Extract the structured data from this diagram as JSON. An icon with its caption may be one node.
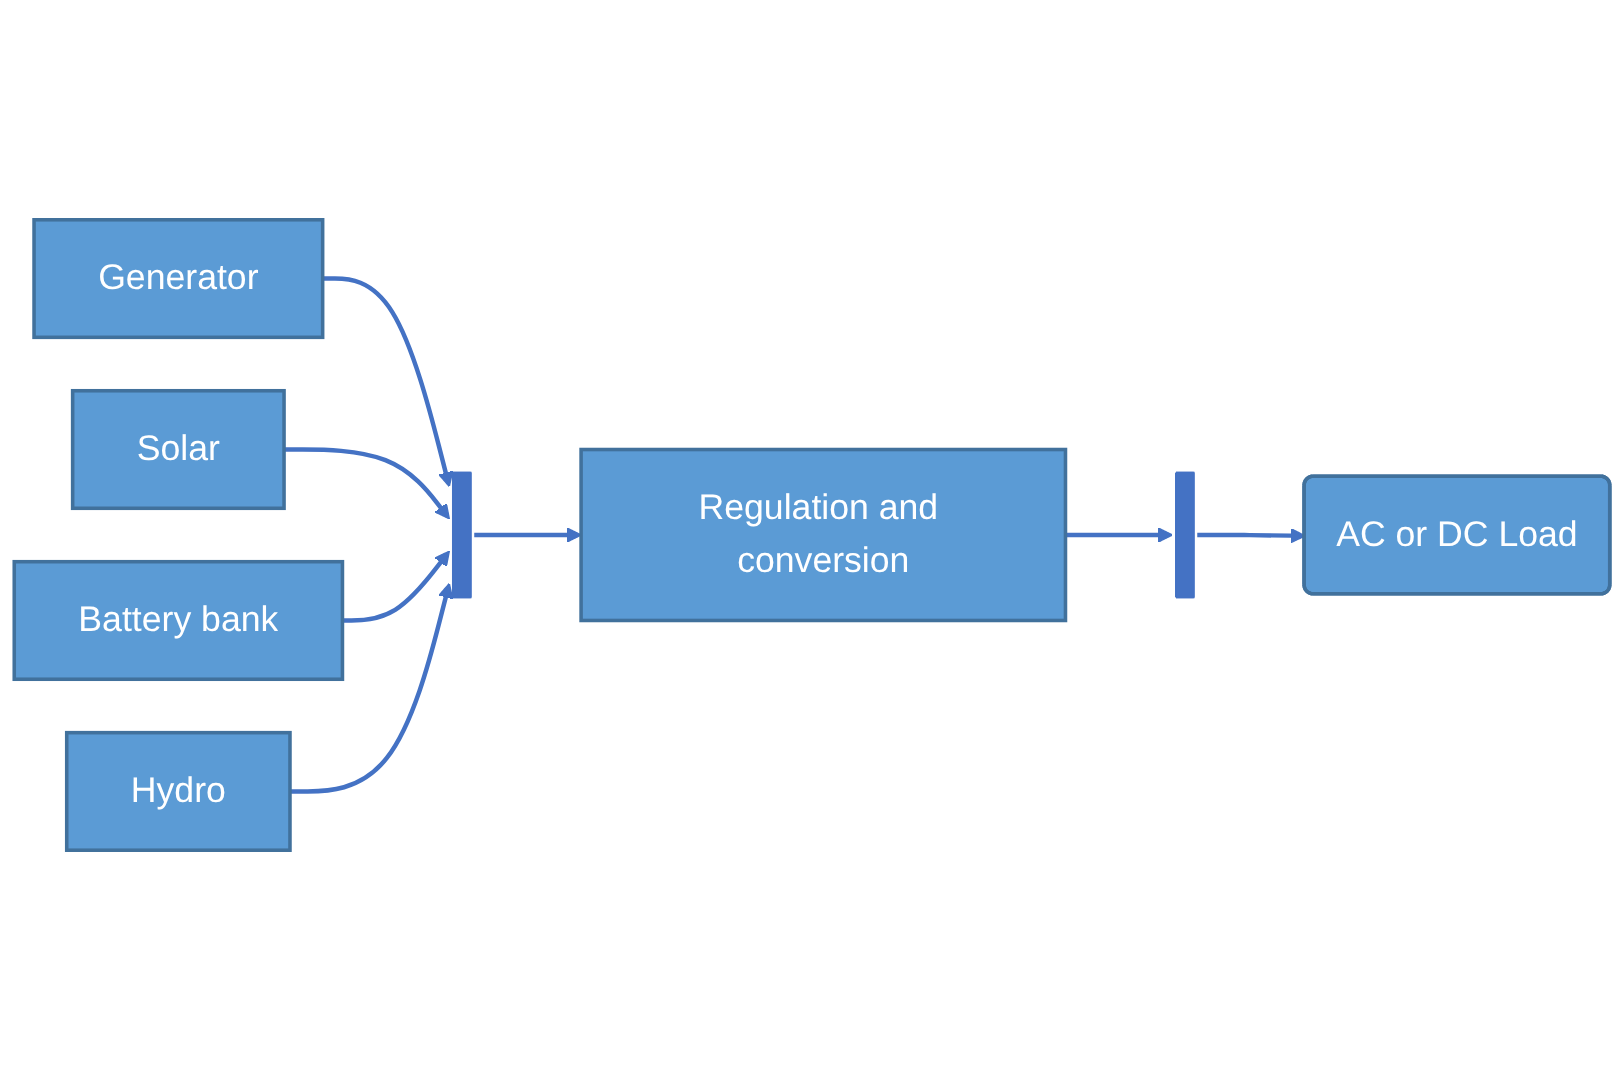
{
  "diagram": {
    "nodes": [
      {
        "text": [
          "Generator"
        ]
      },
      {
        "text": [
          "Solar"
        ]
      },
      {
        "text": [
          "Battery bank"
        ]
      },
      {
        "text": [
          "Hydro"
        ]
      },
      {
        "text": [],
        "shape": "bar"
      },
      {
        "text": [
          "Regulation and conversion"
        ]
      },
      {
        "text": [],
        "shape": "bar"
      },
      {
        "text": [
          "AC or DC Load"
        ]
      }
    ],
    "edges": [
      {
        "from": 0,
        "to": 4,
        "arrow": "to"
      },
      {
        "from": 1,
        "to": 4,
        "arrow": "to"
      },
      {
        "from": 2,
        "to": 4,
        "arrow": "to"
      },
      {
        "from": 3,
        "to": 4,
        "arrow": "to"
      },
      {
        "from": 4,
        "to": 5,
        "arrow": "to"
      },
      {
        "from": 5,
        "to": 6,
        "arrow": "to"
      },
      {
        "from": 6,
        "to": 7,
        "arrow": "to"
      }
    ]
  }
}
